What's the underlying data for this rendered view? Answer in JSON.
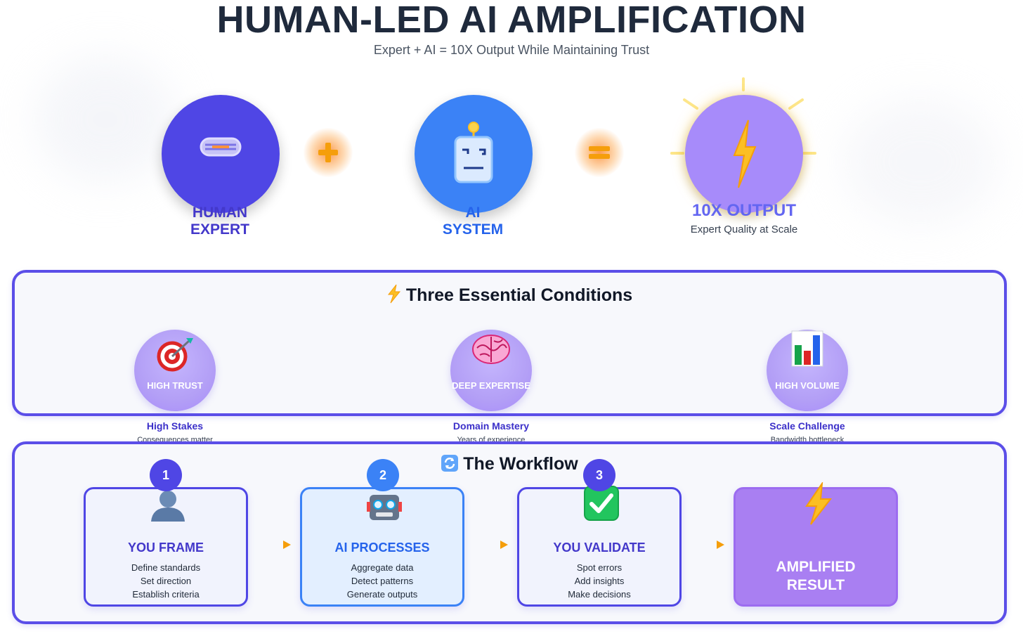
{
  "header": {
    "title": "HUMAN-LED AI AMPLIFICATION",
    "subtitle": "Expert + AI = 10X Output While Maintaining Trust"
  },
  "equation": {
    "human": {
      "line1": "HUMAN",
      "line2": "EXPERT",
      "color": "#4f46e5"
    },
    "plus": "+",
    "ai": {
      "line1": "AI",
      "line2": "SYSTEM",
      "color": "#3b82f6"
    },
    "equals": "=",
    "output": {
      "label": "10X OUTPUT",
      "sub": "Expert Quality at Scale",
      "color": "#a78bfa"
    }
  },
  "conditions": {
    "title": "Three Essential Conditions",
    "title_icon": "lightning-icon",
    "items": [
      {
        "icon": "target-icon",
        "tag": "HIGH TRUST",
        "name": "High Stakes",
        "sub": "Consequences matter"
      },
      {
        "icon": "brain-icon",
        "tag": "DEEP EXPERTISE",
        "name": "Domain Mastery",
        "sub": "Years of experience"
      },
      {
        "icon": "bar-chart-icon",
        "tag": "HIGH VOLUME",
        "name": "Scale Challenge",
        "sub": "Bandwidth bottleneck"
      }
    ]
  },
  "workflow": {
    "title": "The Workflow",
    "title_icon": "refresh-icon",
    "steps": [
      {
        "number": "1",
        "icon": "person-icon",
        "title": "YOU FRAME",
        "lines": [
          "Define standards",
          "Set direction",
          "Establish criteria"
        ]
      },
      {
        "number": "2",
        "icon": "robot-icon",
        "title": "AI PROCESSES",
        "lines": [
          "Aggregate data",
          "Detect patterns",
          "Generate outputs"
        ]
      },
      {
        "number": "3",
        "icon": "check-icon",
        "title": "YOU VALIDATE",
        "lines": [
          "Spot errors",
          "Add insights",
          "Make decisions"
        ]
      }
    ],
    "result": {
      "icon": "lightning-icon",
      "line1": "AMPLIFIED",
      "line2": "RESULT"
    }
  }
}
